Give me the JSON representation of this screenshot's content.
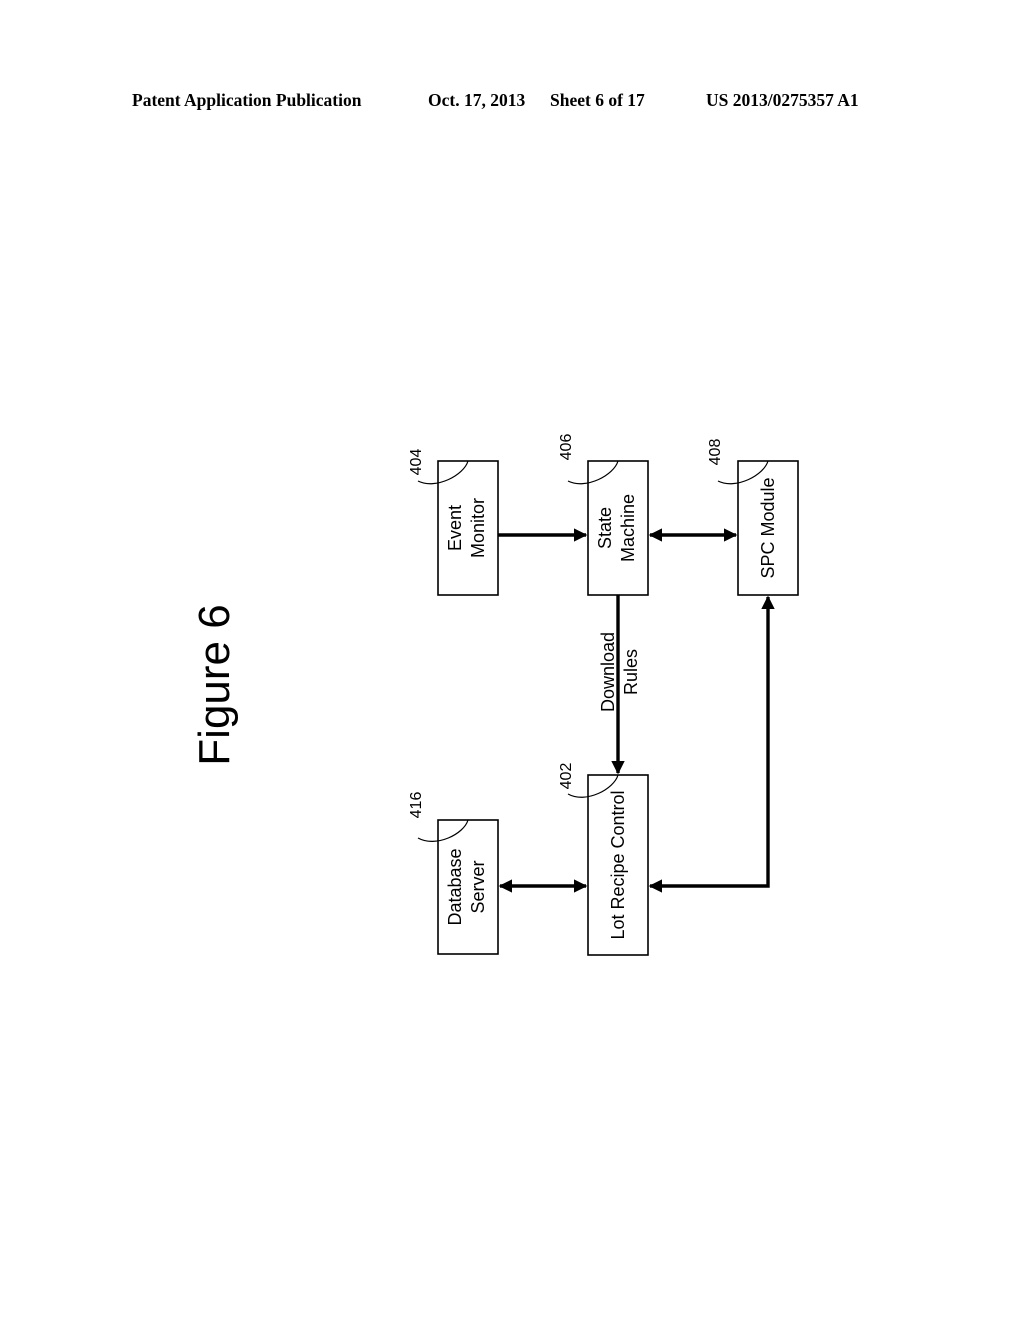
{
  "header": {
    "publication": "Patent Application Publication",
    "date": "Oct. 17, 2013",
    "sheet": "Sheet 6 of 17",
    "number": "US 2013/0275357 A1"
  },
  "figure": {
    "title": "Figure 6"
  },
  "blocks": {
    "event_monitor": {
      "line1": "Event",
      "line2": "Monitor",
      "ref": "404"
    },
    "state_machine": {
      "line1": "State",
      "line2": "Machine",
      "ref": "406"
    },
    "spc_module": {
      "line1": "SPC Module",
      "ref": "408"
    },
    "database_server": {
      "line1": "Database",
      "line2": "Server",
      "ref": "416"
    },
    "lot_recipe_control": {
      "line1": "Lot Recipe Control",
      "ref": "402"
    }
  },
  "connections": {
    "download_rules": {
      "line1": "Download",
      "line2": "Rules"
    }
  }
}
